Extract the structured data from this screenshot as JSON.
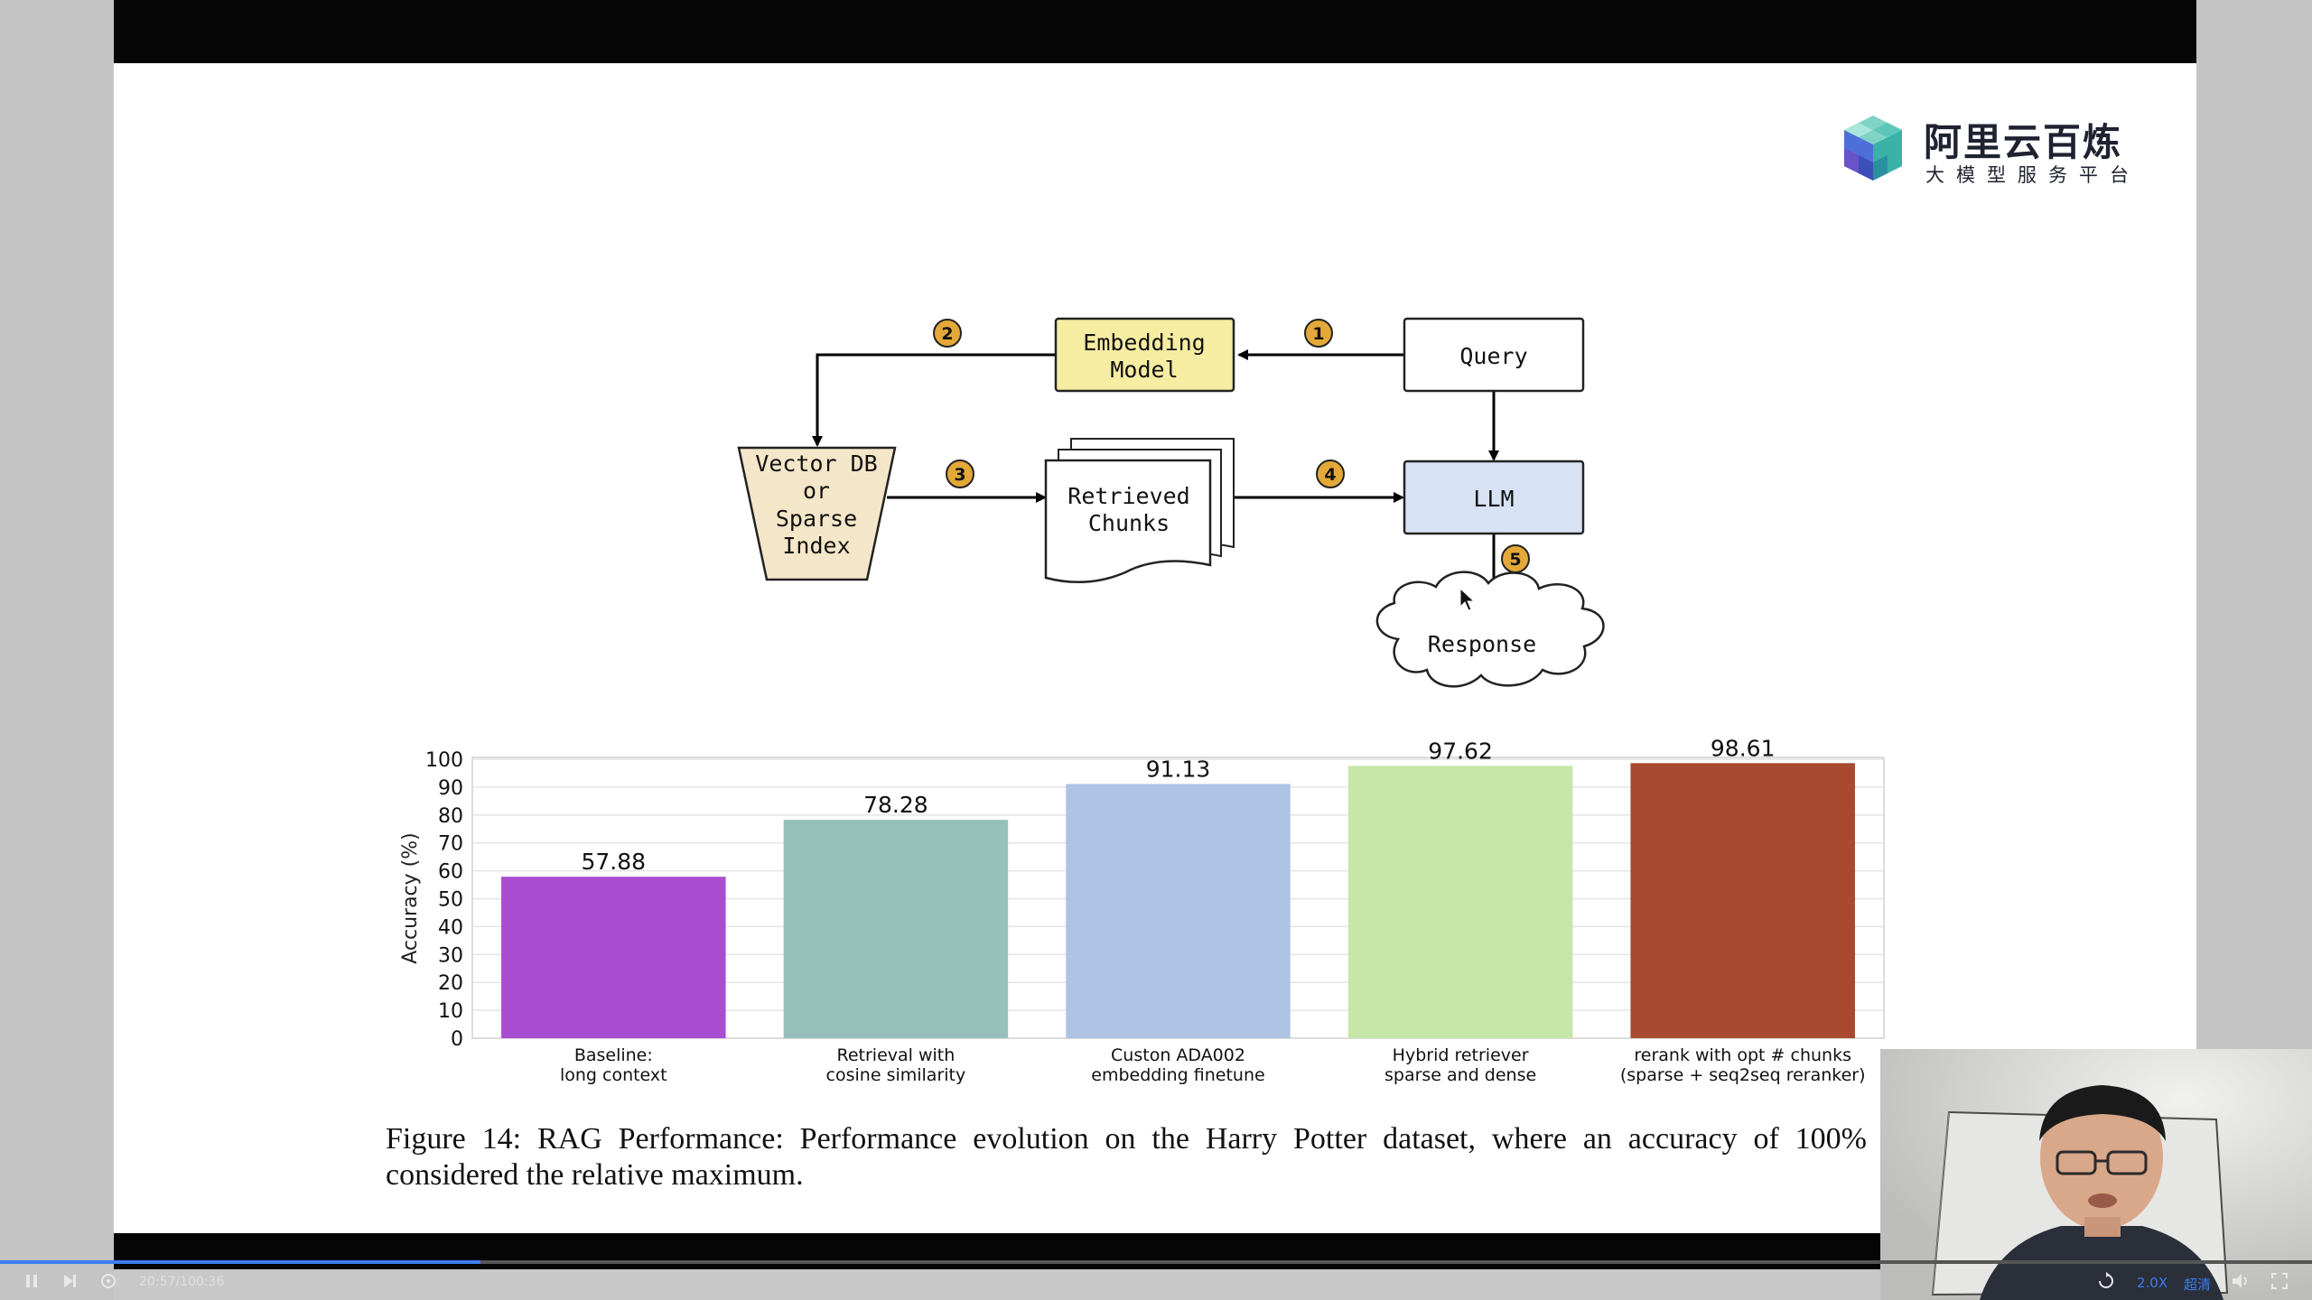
{
  "logo": {
    "title": "阿里云百炼",
    "subtitle": "大模型服务平台",
    "icon": "cube-logo-icon"
  },
  "diagram": {
    "nodes": {
      "query": "Query",
      "embedding_line1": "Embedding",
      "embedding_line2": "Model",
      "vector_line1": "Vector DB",
      "vector_line2": "or",
      "vector_line3": "Sparse",
      "vector_line4": "Index",
      "chunks_line1": "Retrieved",
      "chunks_line2": "Chunks",
      "llm": "LLM",
      "response": "Response"
    },
    "steps": [
      "1",
      "2",
      "3",
      "4",
      "5"
    ],
    "colors": {
      "embedding": "#f6eca2",
      "vector": "#f4e6c8",
      "llm": "#d8e2f5",
      "step_badge": "#e3a838"
    }
  },
  "chart_data": {
    "type": "bar",
    "categories": [
      [
        "Baseline:",
        "long context"
      ],
      [
        "Retrieval with",
        "cosine similarity"
      ],
      [
        "Custon ADA002",
        "embedding finetune"
      ],
      [
        "Hybrid retriever",
        "sparse and dense"
      ],
      [
        "rerank with opt # chunks",
        "(sparse + seq2seq reranker)"
      ]
    ],
    "values": [
      57.88,
      78.28,
      91.13,
      97.62,
      98.61
    ],
    "value_labels": [
      "57.88",
      "78.28",
      "91.13",
      "97.62",
      "98.61"
    ],
    "colors": [
      "#a94dd1",
      "#97c0bb",
      "#aec3e3",
      "#c6e7a7",
      "#a74a30"
    ],
    "ylabel": "Accuracy (%)",
    "ylim": [
      0,
      100
    ],
    "yticks": [
      "0",
      "10",
      "20",
      "30",
      "40",
      "50",
      "60",
      "70",
      "80",
      "90",
      "100"
    ],
    "grid": "horizontal"
  },
  "caption": "Figure 14: RAG Performance: Performance evolution on the Harry Potter dataset, where an accuracy of 100% considered the relative maximum.",
  "player": {
    "time": "20:57/100:36",
    "progress": 0.208,
    "speed": "2.0X",
    "quality": "超清",
    "icons": [
      "pause-icon",
      "next-icon",
      "loop-icon",
      "replay-icon",
      "volume-icon",
      "fullscreen-icon"
    ]
  }
}
